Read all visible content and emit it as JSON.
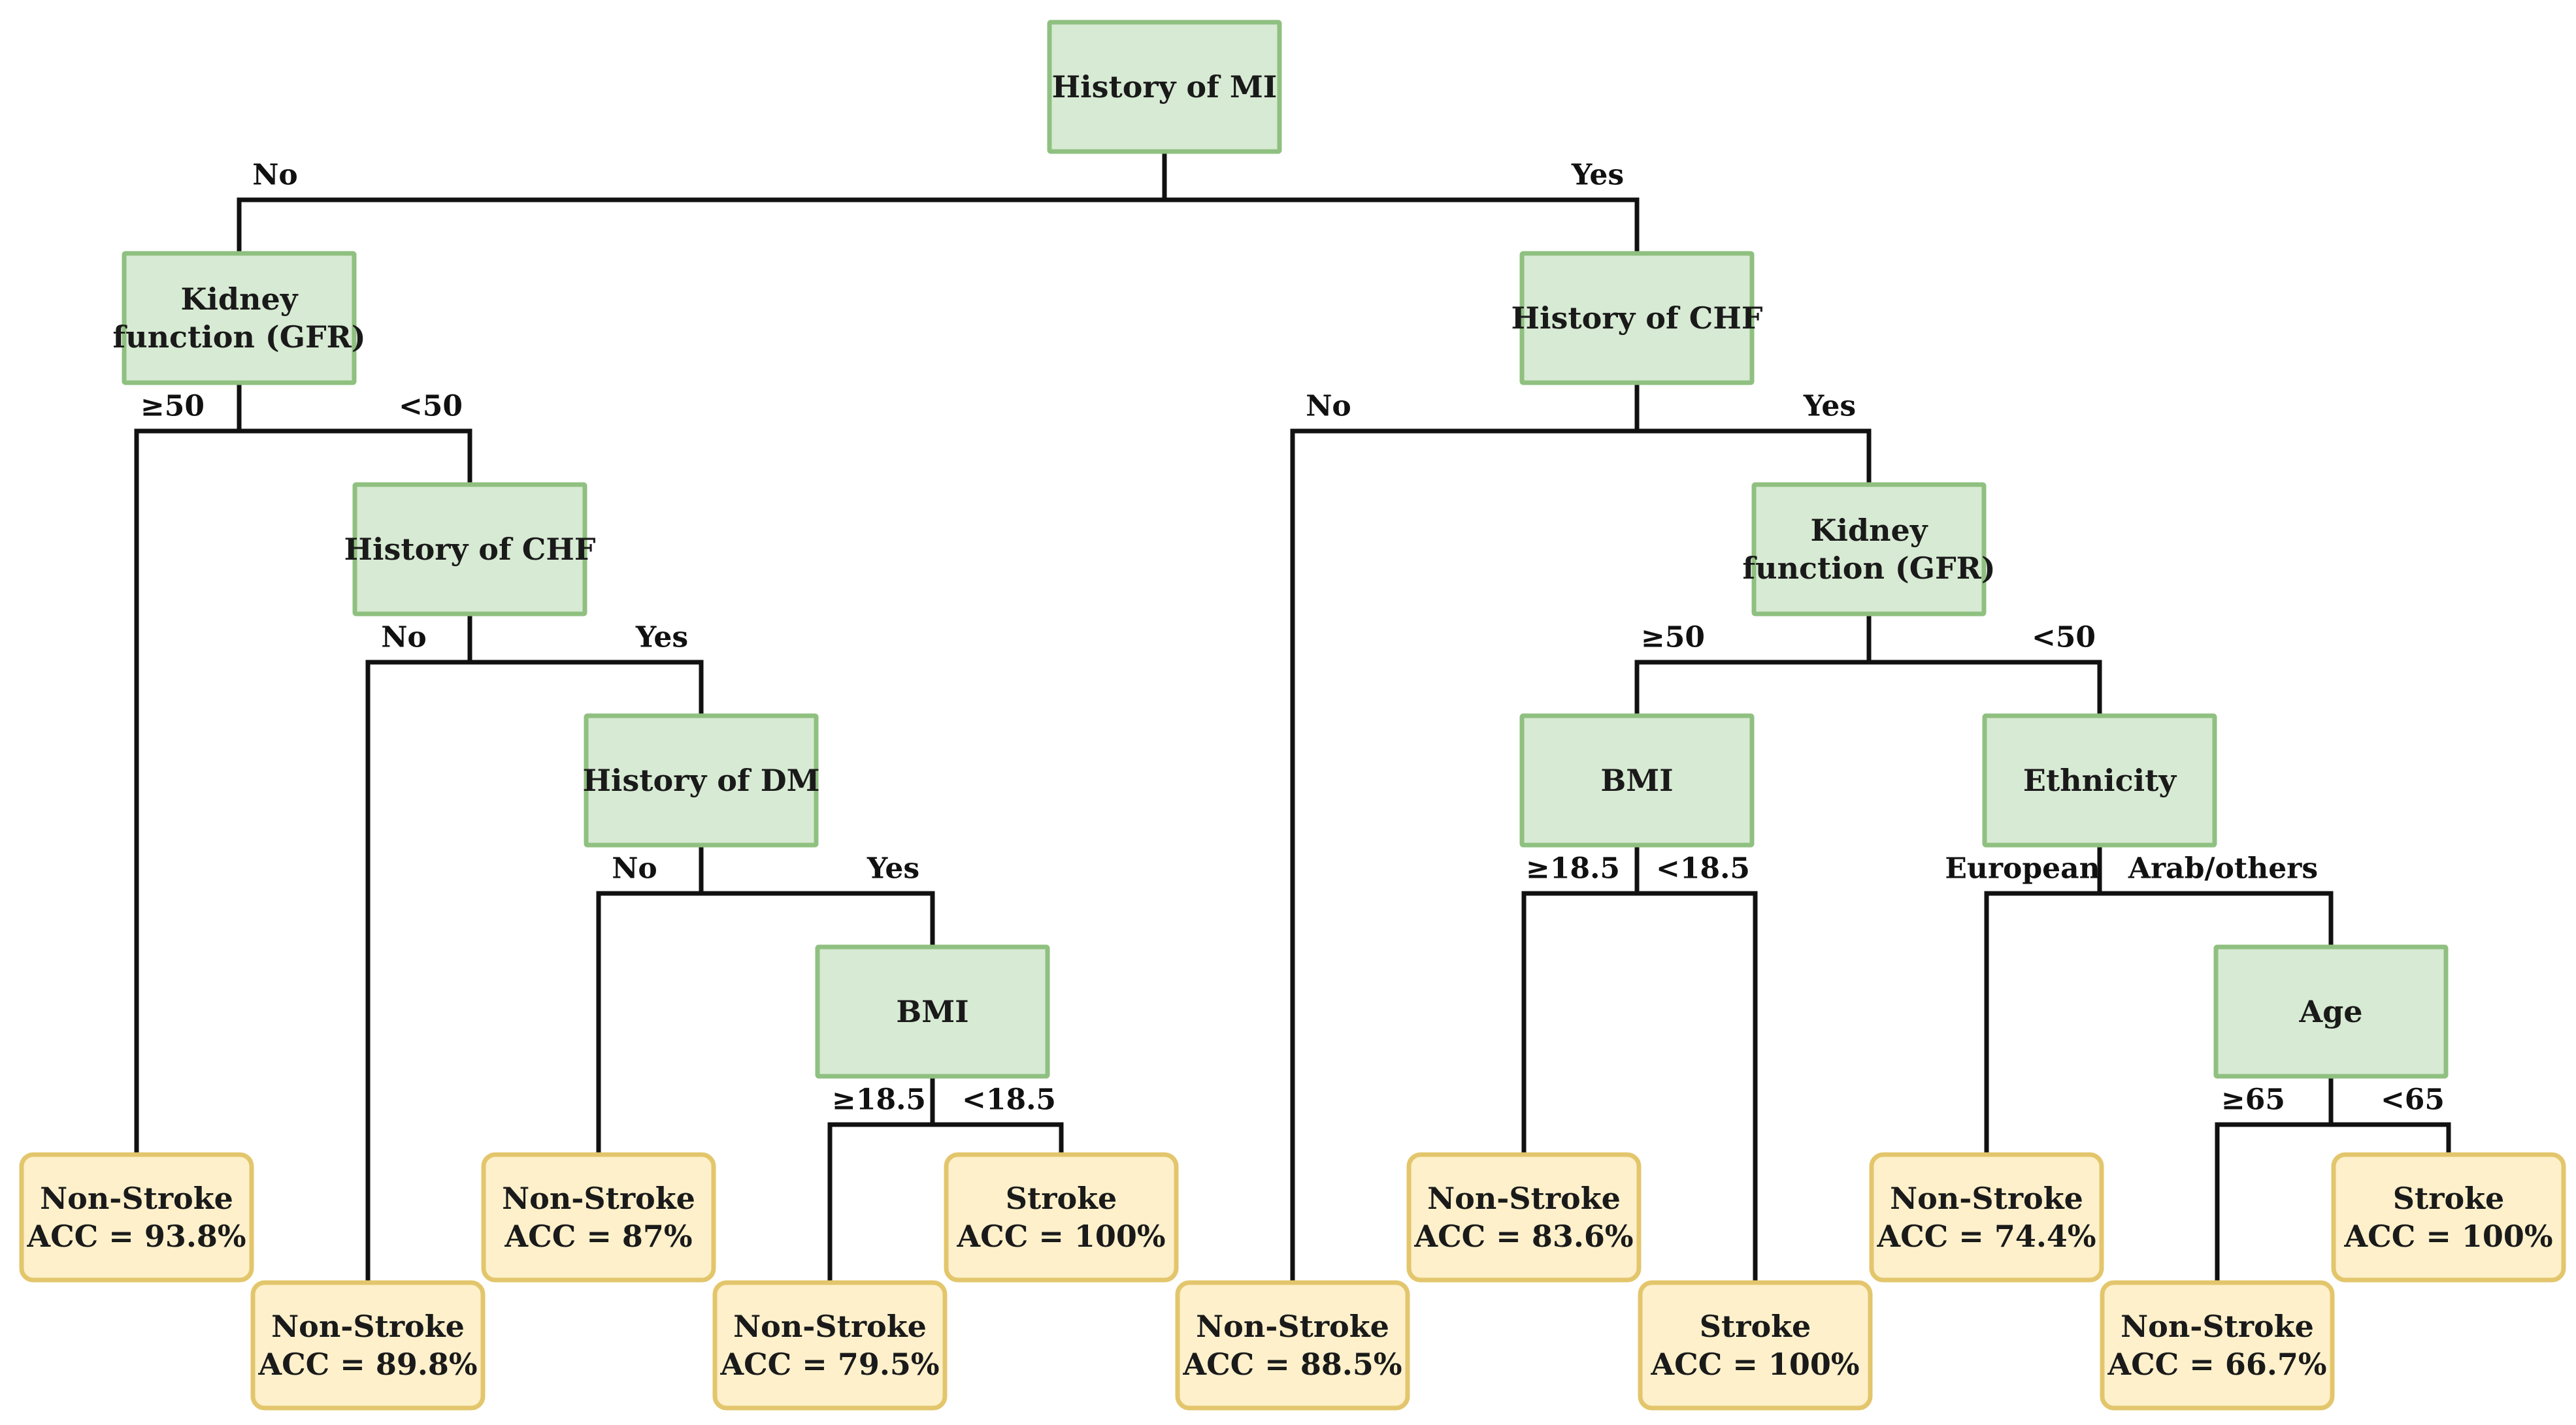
{
  "colors": {
    "decision_fill": "#d7ead3",
    "decision_border": "#8fc080",
    "leaf_fill": "#fdf0cb",
    "leaf_border": "#e3c66c",
    "line": "#111111"
  },
  "nodes": {
    "mi": {
      "lines": [
        "History of MI"
      ]
    },
    "gfr_left": {
      "lines": [
        "Kidney",
        "function (GFR)"
      ]
    },
    "chf_right": {
      "lines": [
        "History of CHF"
      ]
    },
    "chf_left": {
      "lines": [
        "History of CHF"
      ]
    },
    "gfr_right": {
      "lines": [
        "Kidney",
        "function (GFR)"
      ]
    },
    "dm": {
      "lines": [
        "History of DM"
      ]
    },
    "bmi_right": {
      "lines": [
        "BMI"
      ]
    },
    "ethnicity": {
      "lines": [
        "Ethnicity"
      ]
    },
    "bmi_left": {
      "lines": [
        "BMI"
      ]
    },
    "age": {
      "lines": [
        "Age"
      ]
    },
    "leaf_1": {
      "lines": [
        "Non-Stroke",
        "ACC = 93.8%"
      ]
    },
    "leaf_2": {
      "lines": [
        "Non-Stroke",
        "ACC = 89.8%"
      ]
    },
    "leaf_3": {
      "lines": [
        "Non-Stroke",
        "ACC = 87%"
      ]
    },
    "leaf_4": {
      "lines": [
        "Non-Stroke",
        "ACC = 79.5%"
      ]
    },
    "leaf_5": {
      "lines": [
        "Stroke",
        "ACC = 100%"
      ]
    },
    "leaf_6": {
      "lines": [
        "Non-Stroke",
        "ACC = 88.5%"
      ]
    },
    "leaf_7": {
      "lines": [
        "Non-Stroke",
        "ACC = 83.6%"
      ]
    },
    "leaf_8": {
      "lines": [
        "Stroke",
        "ACC = 100%"
      ]
    },
    "leaf_9": {
      "lines": [
        "Non-Stroke",
        "ACC = 74.4%"
      ]
    },
    "leaf_10": {
      "lines": [
        "Non-Stroke",
        "ACC = 66.7%"
      ]
    },
    "leaf_11": {
      "lines": [
        "Stroke",
        "ACC = 100%"
      ]
    }
  },
  "edges": [
    {
      "from": "mi",
      "to": "gfr_left",
      "label": "No"
    },
    {
      "from": "mi",
      "to": "chf_right",
      "label": "Yes"
    },
    {
      "from": "gfr_left",
      "to": "leaf_1",
      "label": "≥50"
    },
    {
      "from": "gfr_left",
      "to": "chf_left",
      "label": "<50"
    },
    {
      "from": "chf_left",
      "to": "leaf_2",
      "label": "No"
    },
    {
      "from": "chf_left",
      "to": "dm",
      "label": "Yes"
    },
    {
      "from": "dm",
      "to": "leaf_3",
      "label": "No"
    },
    {
      "from": "dm",
      "to": "bmi_left",
      "label": "Yes"
    },
    {
      "from": "bmi_left",
      "to": "leaf_4",
      "label": "≥18.5"
    },
    {
      "from": "bmi_left",
      "to": "leaf_5",
      "label": "<18.5"
    },
    {
      "from": "chf_right",
      "to": "leaf_6",
      "label": "No"
    },
    {
      "from": "chf_right",
      "to": "gfr_right",
      "label": "Yes"
    },
    {
      "from": "gfr_right",
      "to": "bmi_right",
      "label": "≥50"
    },
    {
      "from": "gfr_right",
      "to": "ethnicity",
      "label": "<50"
    },
    {
      "from": "bmi_right",
      "to": "leaf_7",
      "label": "≥18.5"
    },
    {
      "from": "bmi_right",
      "to": "leaf_8",
      "label": "<18.5"
    },
    {
      "from": "ethnicity",
      "to": "leaf_9",
      "label": "European"
    },
    {
      "from": "ethnicity",
      "to": "age",
      "label": "Arab/others"
    },
    {
      "from": "age",
      "to": "leaf_10",
      "label": "≥65"
    },
    {
      "from": "age",
      "to": "leaf_11",
      "label": "<65"
    }
  ]
}
